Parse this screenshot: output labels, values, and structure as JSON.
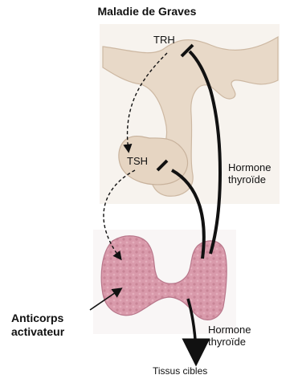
{
  "title": "Maladie de Graves",
  "labels": {
    "trh": "TRH",
    "tsh": "TSH",
    "hormone_top_line1": "Hormone",
    "hormone_top_line2": "thyroïde",
    "hormone_bottom_line1": "Hormone",
    "hormone_bottom_line2": "thyroïde",
    "anticorps_line1": "Anticorps",
    "anticorps_line2": "activateur",
    "tissus": "Tissus cibles"
  },
  "colors": {
    "pituitary_fill": "#e8d9c8",
    "pituitary_stroke": "#cdb8a2",
    "thyroid_fill": "#d99aab",
    "thyroid_stroke": "#b8768a",
    "arrow": "#111111"
  }
}
